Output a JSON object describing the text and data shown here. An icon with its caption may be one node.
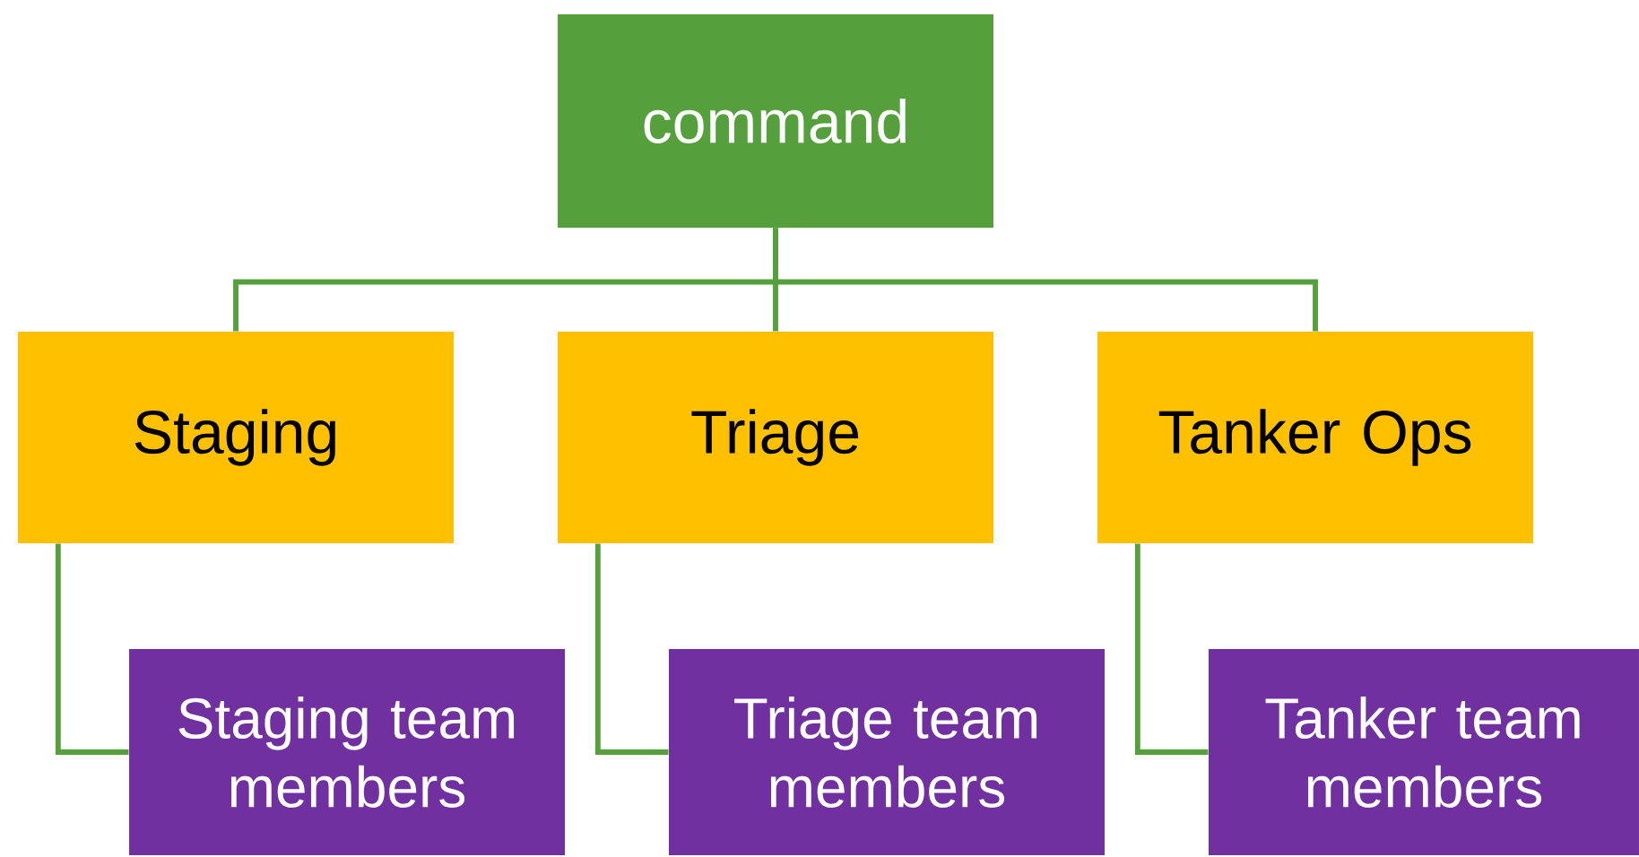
{
  "diagram": {
    "nodes": [
      {
        "text": [
          "command"
        ]
      },
      {
        "text": [
          "Staging"
        ]
      },
      {
        "text": [
          "Triage"
        ]
      },
      {
        "text": [
          "Tanker Ops"
        ]
      },
      {
        "text": [
          "Staging team members"
        ]
      },
      {
        "text": [
          "Triage team members"
        ]
      },
      {
        "text": [
          "Tanker team members"
        ]
      }
    ],
    "edges": [
      {
        "from": 0,
        "to": 1,
        "arrow": "none"
      },
      {
        "from": 0,
        "to": 2,
        "arrow": "none"
      },
      {
        "from": 0,
        "to": 3,
        "arrow": "none"
      },
      {
        "from": 1,
        "to": 4,
        "arrow": "none"
      },
      {
        "from": 2,
        "to": 5,
        "arrow": "none"
      },
      {
        "from": 3,
        "to": 6,
        "arrow": "none"
      }
    ]
  }
}
